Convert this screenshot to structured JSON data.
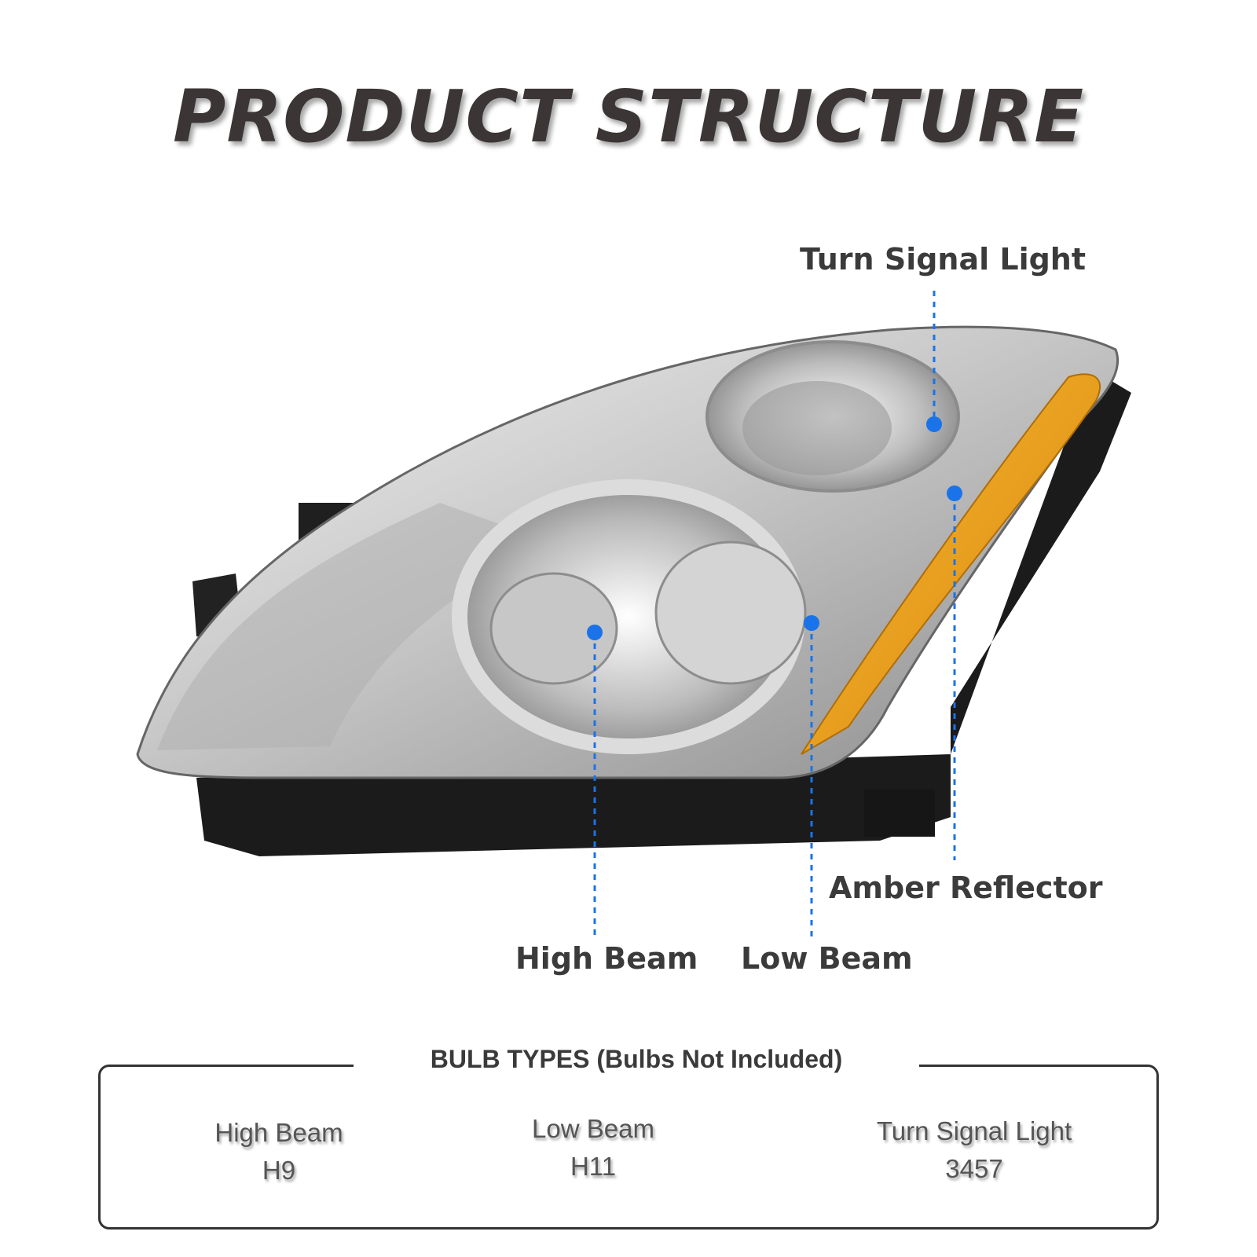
{
  "title": "PRODUCT STRUCTURE",
  "callouts": {
    "turn_signal": "Turn Signal Light",
    "amber_reflector": "Amber Reflector",
    "high_beam": "High Beam",
    "low_beam": "Low Beam"
  },
  "bulb_types": {
    "heading": "BULB TYPES (Bulbs Not Included)",
    "items": [
      {
        "label": "High Beam",
        "value": "H9"
      },
      {
        "label": "Low Beam",
        "value": "H11"
      },
      {
        "label": "Turn Signal Light",
        "value": "3457"
      }
    ]
  },
  "colors": {
    "accent_blue": "#1a73e8",
    "amber": "#f0a020",
    "title_dark": "#3b3536"
  }
}
